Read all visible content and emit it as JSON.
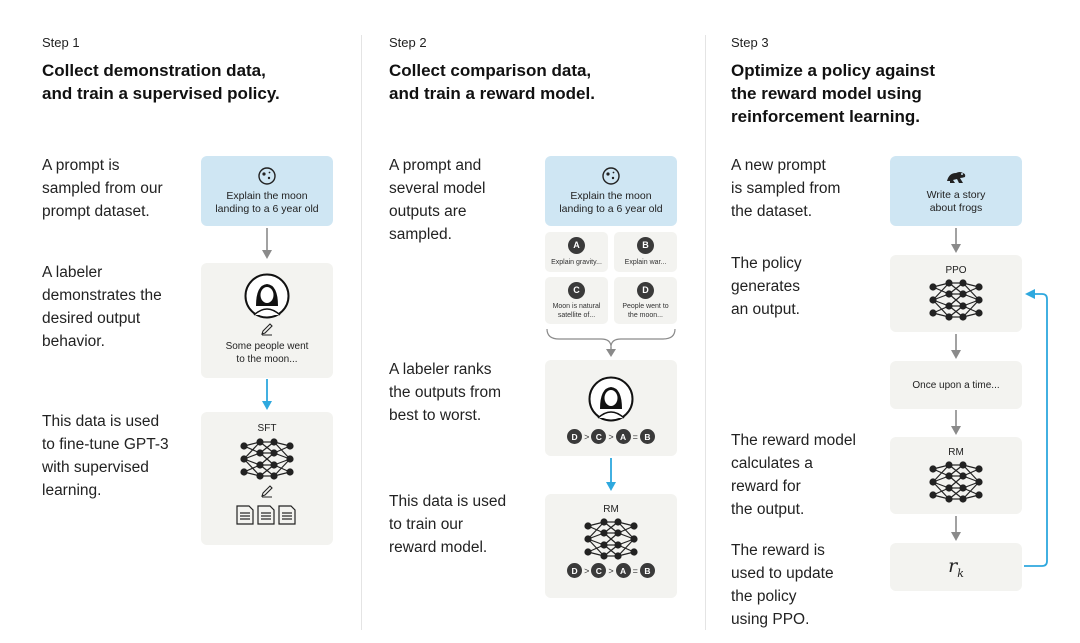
{
  "colors": {
    "accent_blue": "#2ea8de",
    "prompt_bg": "#cfe6f3",
    "card_bg": "#f3f3f0",
    "arrow_gray": "#8a8a8a"
  },
  "step1": {
    "label": "Step 1",
    "title_line1": "Collect demonstration data,",
    "title_line2": "and train a supervised policy.",
    "desc1": [
      "A prompt is",
      "sampled from our",
      "prompt dataset."
    ],
    "desc2": [
      "A labeler",
      "demonstrates the",
      "desired output",
      "behavior."
    ],
    "desc3": [
      "This data is used",
      "to fine-tune GPT-3",
      "with supervised",
      "learning."
    ],
    "prompt_line1": "Explain the moon",
    "prompt_line2": "landing to a 6 year old",
    "output_line1": "Some people went",
    "output_line2": "to the moon...",
    "model_label": "SFT"
  },
  "step2": {
    "label": "Step 2",
    "title_line1": "Collect comparison data,",
    "title_line2": "and train a reward model.",
    "desc1": [
      "A prompt and",
      "several model",
      "outputs are",
      "sampled."
    ],
    "desc2": [
      "A labeler ranks",
      "the outputs from",
      "best to worst."
    ],
    "desc3": [
      "This data is used",
      "to train our",
      "reward model."
    ],
    "prompt_line1": "Explain the moon",
    "prompt_line2": "landing to a 6 year old",
    "outputs": [
      {
        "letter": "A",
        "line1": "Explain gravity...",
        "line2": ""
      },
      {
        "letter": "B",
        "line1": "Explain war...",
        "line2": ""
      },
      {
        "letter": "C",
        "line1": "Moon is natural",
        "line2": "satellite of..."
      },
      {
        "letter": "D",
        "line1": "People went to",
        "line2": "the moon..."
      }
    ],
    "ranking": {
      "l1": "D",
      "op1": ">",
      "l2": "C",
      "op2": ">",
      "l3": "A",
      "op3": "=",
      "l4": "B"
    },
    "model_label": "RM"
  },
  "step3": {
    "label": "Step 3",
    "title_line1": "Optimize a policy against",
    "title_line2": "the reward model using",
    "title_line3": "reinforcement learning.",
    "desc1": [
      "A new prompt",
      "is sampled from",
      "the dataset."
    ],
    "desc2": [
      "The policy",
      "generates",
      "an output."
    ],
    "desc3": [
      "The reward model",
      "calculates a",
      "reward for",
      "the output."
    ],
    "desc4": [
      "The reward is",
      "used to update",
      "the policy",
      "using PPO."
    ],
    "prompt_line1": "Write a story",
    "prompt_line2": "about frogs",
    "policy_label": "PPO",
    "output_text": "Once upon a time...",
    "rm_label": "RM",
    "reward_symbol": "r",
    "reward_subscript": "k"
  }
}
